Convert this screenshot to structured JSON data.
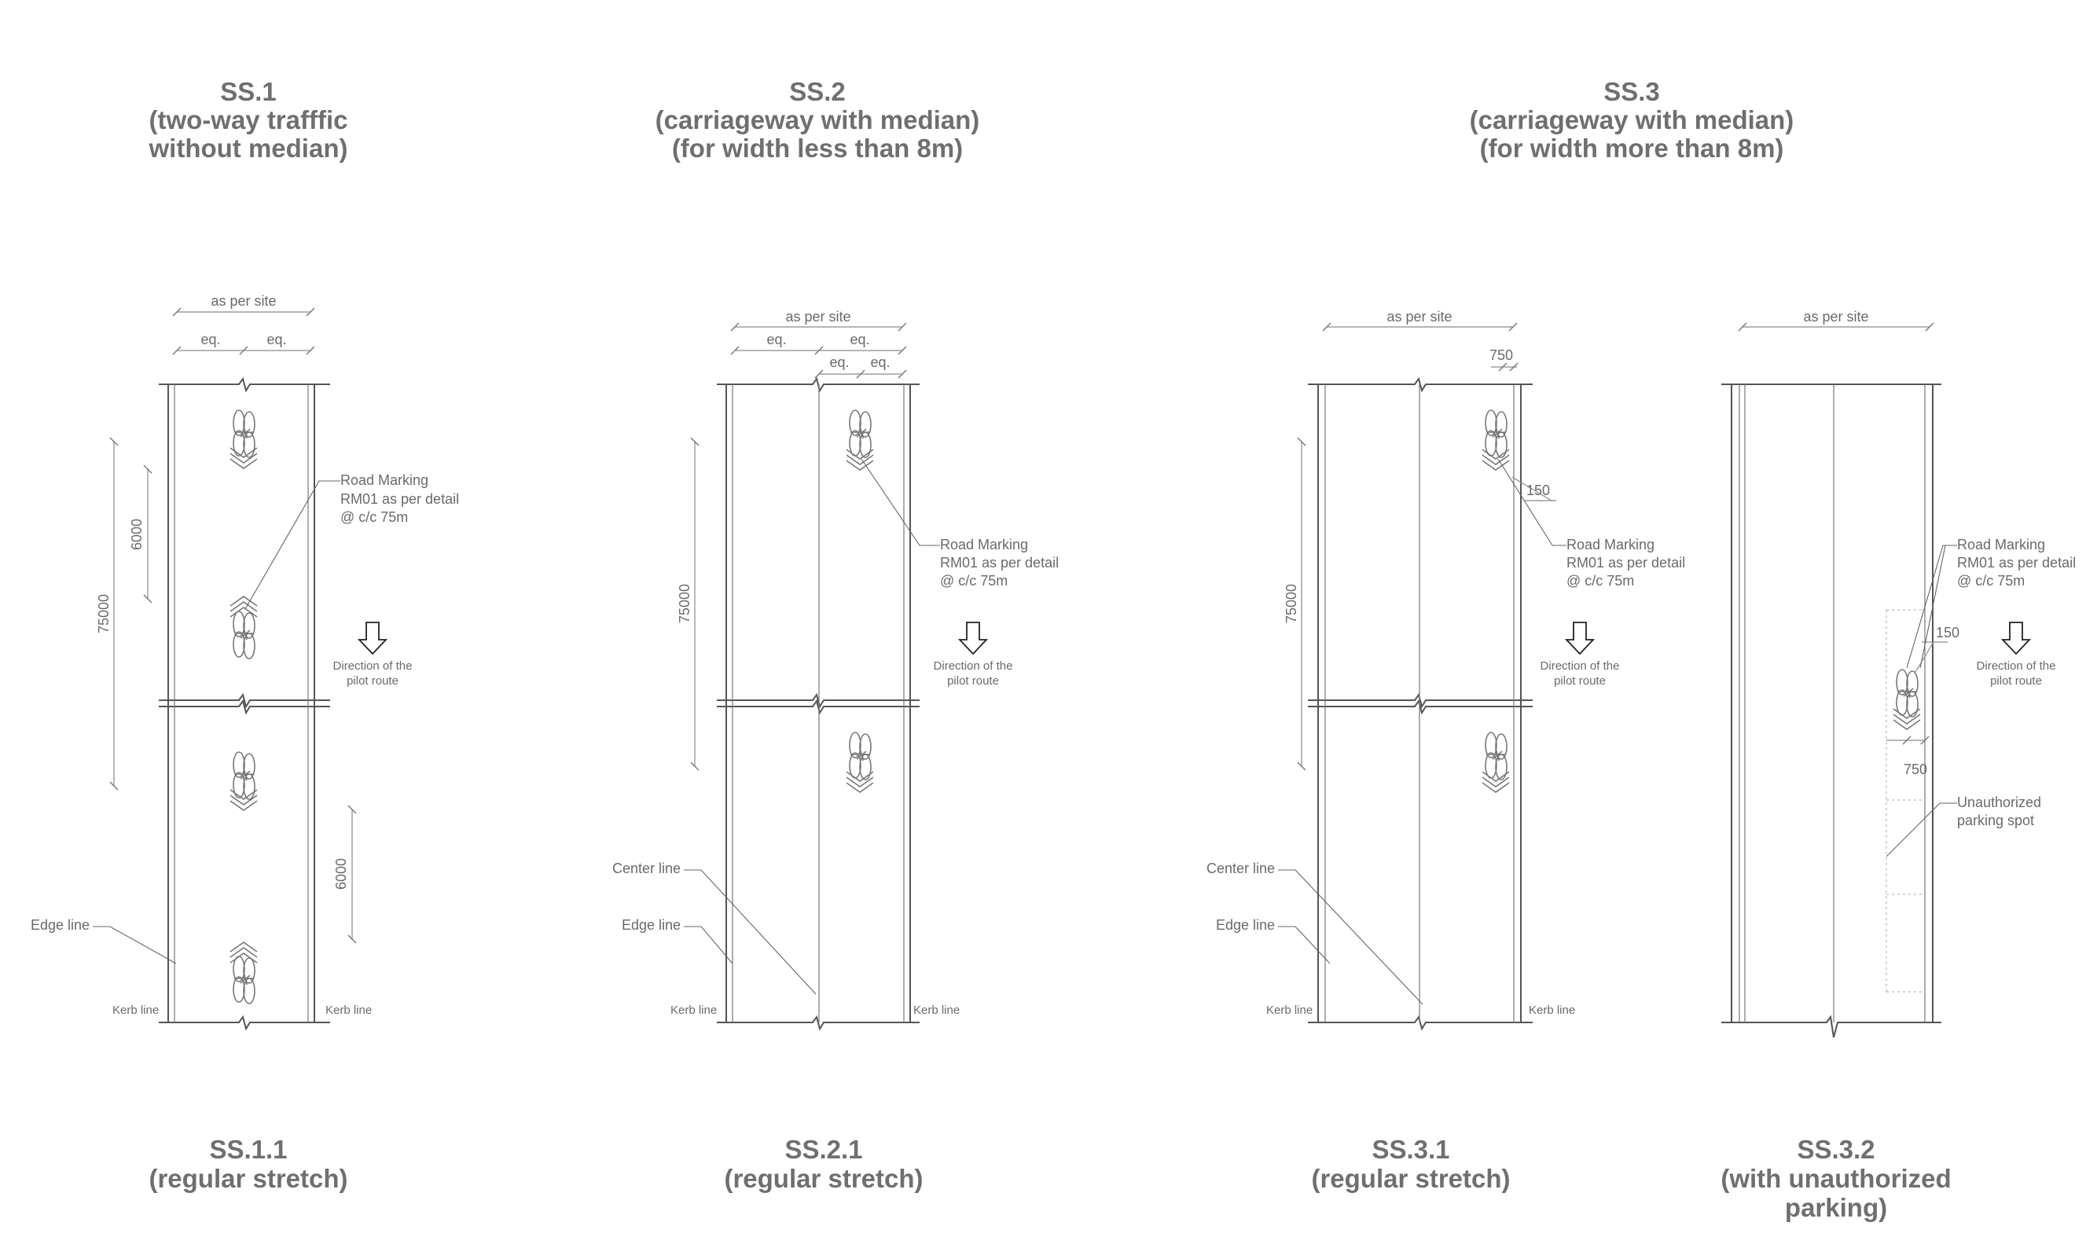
{
  "sections": [
    {
      "id": "ss1",
      "title": [
        "SS.1",
        "(two-way trafffic",
        "without median)"
      ]
    },
    {
      "id": "ss2",
      "title": [
        "SS.2",
        "(carriageway with median)",
        "(for width less than 8m)"
      ]
    },
    {
      "id": "ss3",
      "title": [
        "SS.3",
        "(carriageway with median)",
        "(for width more than 8m)"
      ]
    }
  ],
  "panels": [
    {
      "id": "ss11",
      "caption": [
        "SS.1.1",
        "(regular stretch)"
      ]
    },
    {
      "id": "ss21",
      "caption": [
        "SS.2.1",
        "(regular stretch)"
      ]
    },
    {
      "id": "ss31",
      "caption": [
        "SS.3.1",
        "(regular stretch)"
      ]
    },
    {
      "id": "ss32",
      "caption": [
        "SS.3.2",
        "(with unauthorized",
        "parking)"
      ]
    }
  ],
  "labels": {
    "as_per_site": "as per site",
    "eq": "eq.",
    "dim_6000": "6000",
    "dim_75000": "75000",
    "dim_750": "750",
    "dim_150": "150",
    "road_marking": [
      "Road Marking",
      "RM01 as per detail",
      "@ c/c 75m"
    ],
    "direction": [
      "Direction of the",
      "pilot route"
    ],
    "edge_line": "Edge line",
    "center_line": "Center line",
    "kerb_line": "Kerb line",
    "unauthorized": [
      "Unauthorized",
      "parking spot"
    ]
  },
  "icons": [
    "bicycle-icon",
    "chevron-icon",
    "down-arrow-icon",
    "break-symbol"
  ]
}
